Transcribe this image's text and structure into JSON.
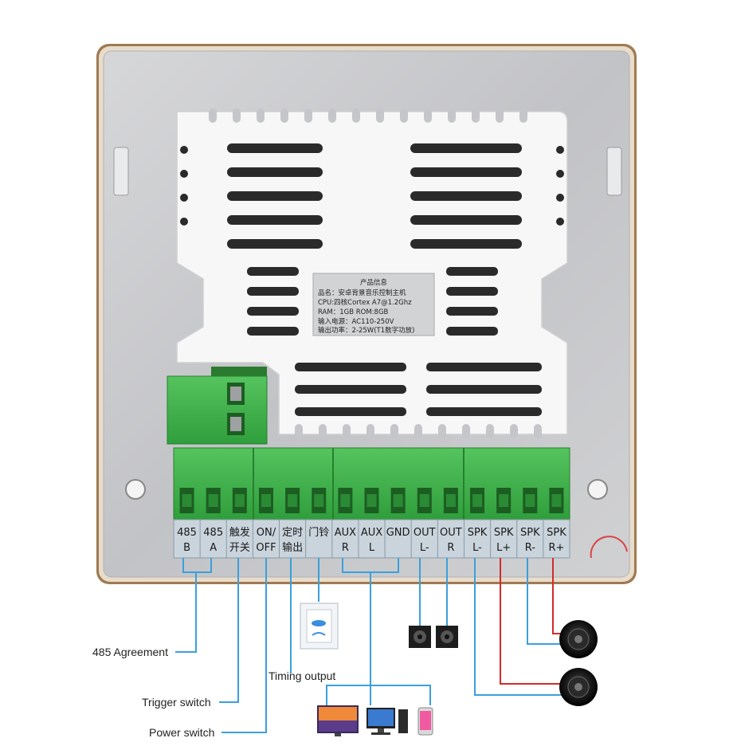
{
  "product_label": {
    "title": "产品信息",
    "lines": [
      "品名：安卓背景音乐控制主机",
      "CPU:四核Cortex A7@1.2Ghz",
      "RAM：1GB    ROM:8GB",
      "输入电源：AC110-250V",
      "输出功率：2-25W(T1数字功放)"
    ]
  },
  "terminals": [
    {
      "top": "485",
      "bottom": "B"
    },
    {
      "top": "485",
      "bottom": "A"
    },
    {
      "top": "触发",
      "bottom": "开关"
    },
    {
      "top": "ON/",
      "bottom": "OFF"
    },
    {
      "top": "定时",
      "bottom": "输出"
    },
    {
      "top": "门铃",
      "bottom": ""
    },
    {
      "top": "AUX",
      "bottom": "R"
    },
    {
      "top": "AUX",
      "bottom": "L"
    },
    {
      "top": "GND",
      "bottom": ""
    },
    {
      "top": "OUT",
      "bottom": "L-"
    },
    {
      "top": "OUT",
      "bottom": "R"
    },
    {
      "top": "SPK",
      "bottom": "L-"
    },
    {
      "top": "SPK",
      "bottom": "L+"
    },
    {
      "top": "SPK",
      "bottom": "R-"
    },
    {
      "top": "SPK",
      "bottom": "R+"
    }
  ],
  "annotations": {
    "agreement": "485 Agreement",
    "trigger": "Trigger switch",
    "power": "Power switch",
    "timing": "Timing output"
  },
  "colors": {
    "wire_blue": "#3aa0dc",
    "wire_red": "#d42a2a",
    "terminal_green": "#3db54a",
    "panel_silver": "#c9cacc",
    "frame_gold": "#b9956a"
  }
}
